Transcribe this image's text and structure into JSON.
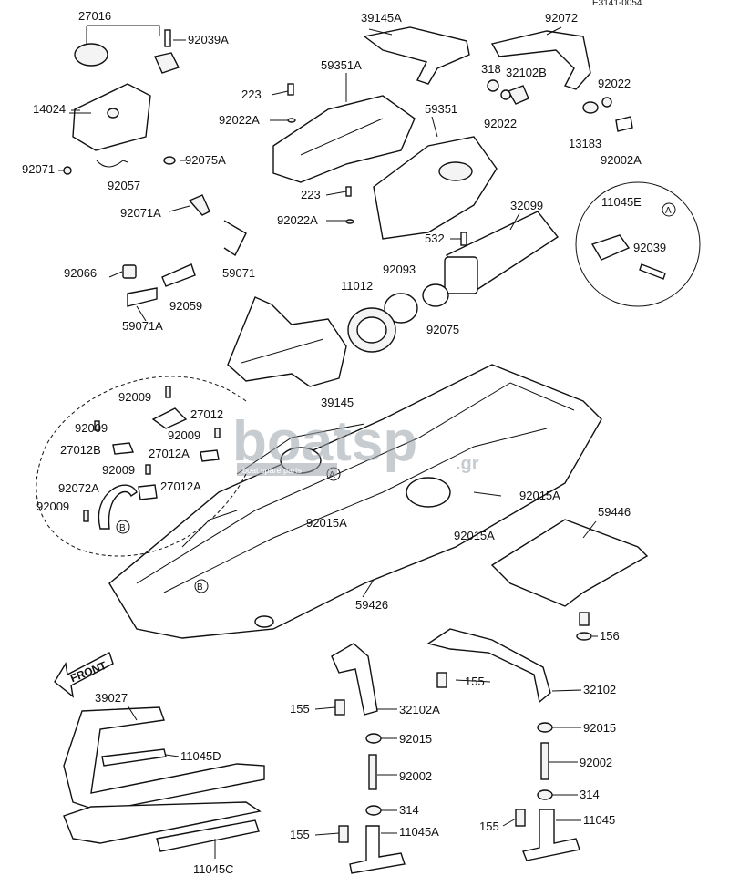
{
  "diagram_code": "E3141-0054",
  "front_label": "FRONT",
  "watermark": {
    "main": "boatsp",
    "suffix": ".gr",
    "tagline": "boat spare parts"
  },
  "callouts": {
    "p27016": "27016",
    "p92039A": "92039A",
    "p14024": "14024",
    "p92071": "92071",
    "p92057": "92057",
    "p92075A": "92075A",
    "p92071A": "92071A",
    "p92066": "92066",
    "p59071": "59071",
    "p92059": "92059",
    "p59071A": "59071A",
    "p39145A": "39145A",
    "p59351A": "59351A",
    "p223a": "223",
    "p92022Aa": "92022A",
    "p59351": "59351",
    "p223b": "223",
    "p92022Ab": "92022A",
    "p92072": "92072",
    "p318": "318",
    "p32102B": "32102B",
    "p92022a": "92022",
    "p92022b": "92022",
    "p13183": "13183",
    "p92002A": "92002A",
    "p11045E": "11045E",
    "pA": "A",
    "p92039": "92039",
    "p532": "532",
    "p32099": "32099",
    "p11012": "11012",
    "p92093": "92093",
    "p92075": "92075",
    "p39145": "39145",
    "p92009a": "92009",
    "p27012": "27012",
    "p92009b": "92009",
    "p92009c": "92009",
    "p27012B": "27012B",
    "p27012A": "27012A",
    "p92009d": "92009",
    "p27012Ab": "27012A",
    "p92072A": "92072A",
    "p92009e": "92009",
    "pB": "B",
    "p92015Aa": "92015A",
    "p92015Ab": "92015A",
    "p92015Ac": "92015A",
    "p59446": "59446",
    "p59426": "59426",
    "p156": "156",
    "p155a": "155",
    "p155b": "155",
    "p32102": "32102",
    "p32102A": "32102A",
    "p92015a": "92015",
    "p92015b": "92015",
    "p92002a": "92002",
    "p92002b": "92002",
    "p314a": "314",
    "p314b": "314",
    "p155c": "155",
    "p155d": "155",
    "p11045A": "11045A",
    "p11045": "11045",
    "p39027": "39027",
    "p11045D": "11045D",
    "p11045C": "11045C",
    "pAh": "A",
    "pBh": "B"
  }
}
